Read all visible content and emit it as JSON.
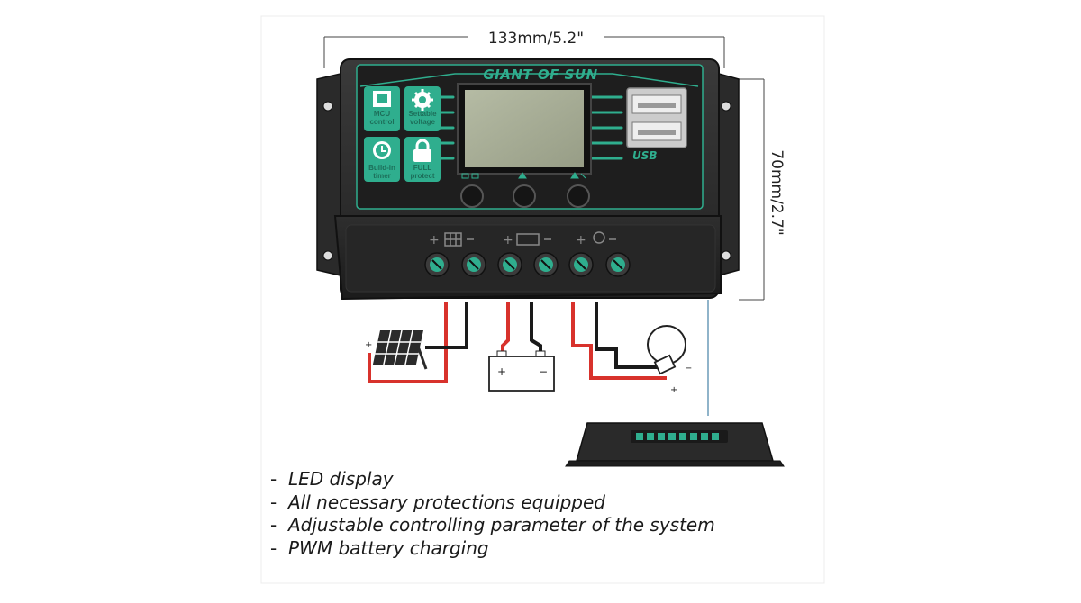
{
  "dimensions": {
    "width_label": "133mm/5.2\"",
    "height_label": "70mm/2.7\""
  },
  "controller": {
    "brand": "GIANT OF SUN",
    "usb_label": "USB",
    "badges": [
      {
        "line1": "MCU",
        "line2": "control",
        "icon": "chip-icon"
      },
      {
        "line1": "Settable",
        "line2": "voltage",
        "icon": "gear-icon"
      },
      {
        "line1": "Build-in",
        "line2": "timer",
        "icon": "clock-icon"
      },
      {
        "line1": "FULL",
        "line2": "protect",
        "icon": "lock-icon"
      }
    ],
    "terminal_groups": [
      "solar-panel",
      "battery",
      "load"
    ]
  },
  "features": [
    "LED display",
    "All necessary protections equipped",
    "Adjustable controlling parameter of the system",
    "PWM battery charging"
  ],
  "colors": {
    "body": "#2b2b2b",
    "accent": "#2fae8e",
    "badge_bg": "#2fae8e",
    "wire_positive": "#d8322c",
    "wire_negative": "#1a1a1a",
    "lcd": "#a7ad96"
  }
}
